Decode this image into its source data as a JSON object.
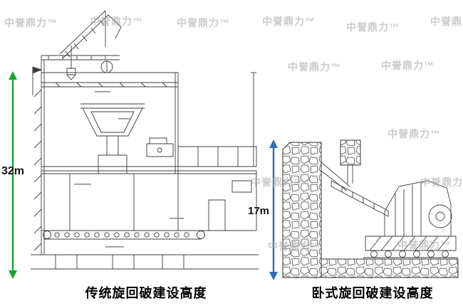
{
  "watermark": {
    "text": "中誉鼎力™"
  },
  "left_drawing": {
    "name": "traditional gyratory crusher installation",
    "height_label": "32m",
    "caption": "传统旋回破建设高度",
    "arrow_color": "#1aa22c"
  },
  "right_drawing": {
    "name": "horizontal gyratory crusher installation",
    "height_label": "17m",
    "caption": "卧式旋回破建设高度",
    "arrow_color": "#2f6eb6"
  }
}
